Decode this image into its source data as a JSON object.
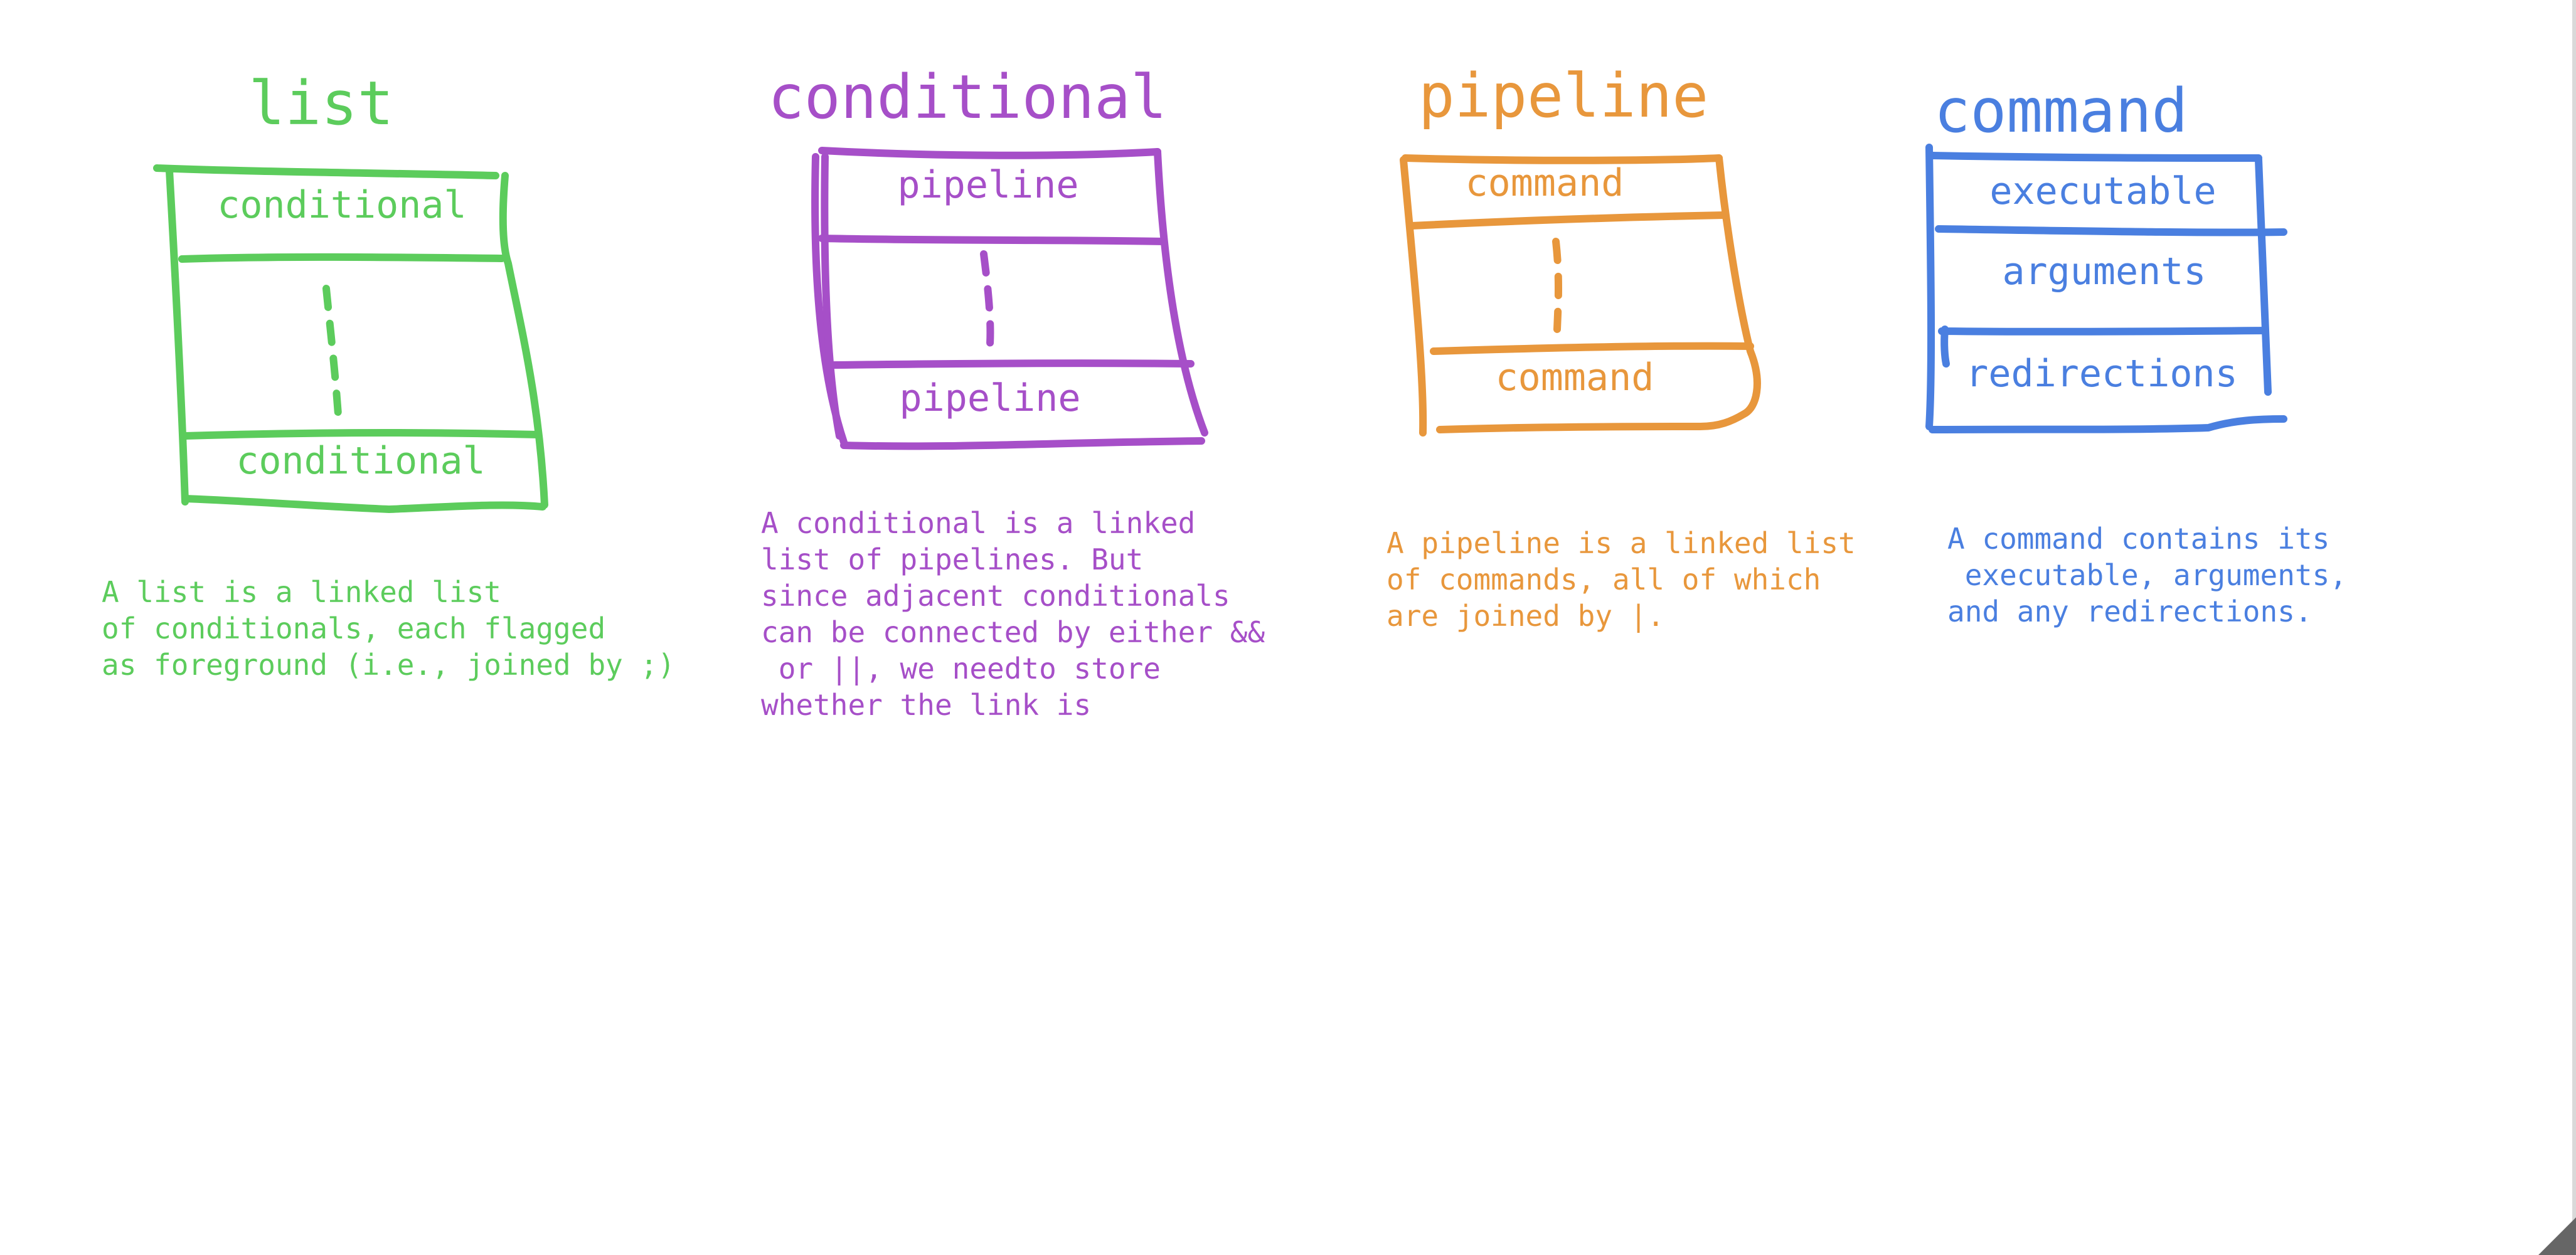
{
  "colors": {
    "list": "#5ccc5c",
    "conditional": "#a64fc8",
    "pipeline": "#e8973c",
    "command": "#4a7fe0"
  },
  "list": {
    "title": "list",
    "cell_top": "conditional",
    "cell_bottom": "conditional",
    "desc": [
      "A list is a linked list",
      "of conditionals, each flagged",
      "as foreground (i.e., joined by ;)"
    ]
  },
  "conditional": {
    "title": "conditional",
    "cell_top": "pipeline",
    "cell_bottom": "pipeline",
    "desc": [
      "A conditional is a linked",
      "list of pipelines. But",
      "since adjacent conditionals",
      "can be connected by either &&",
      " or ||, we needto store",
      "whether the link is"
    ]
  },
  "pipeline": {
    "title": "pipeline",
    "cell_top": "command",
    "cell_bottom": "command",
    "desc": [
      "A pipeline is a linked list",
      "of commands, all of which",
      "are joined by |."
    ]
  },
  "command": {
    "title": "command",
    "cells": [
      "executable",
      "arguments",
      "redirections"
    ],
    "desc": [
      "A command contains its",
      " executable, arguments,",
      "and any redirections."
    ]
  }
}
